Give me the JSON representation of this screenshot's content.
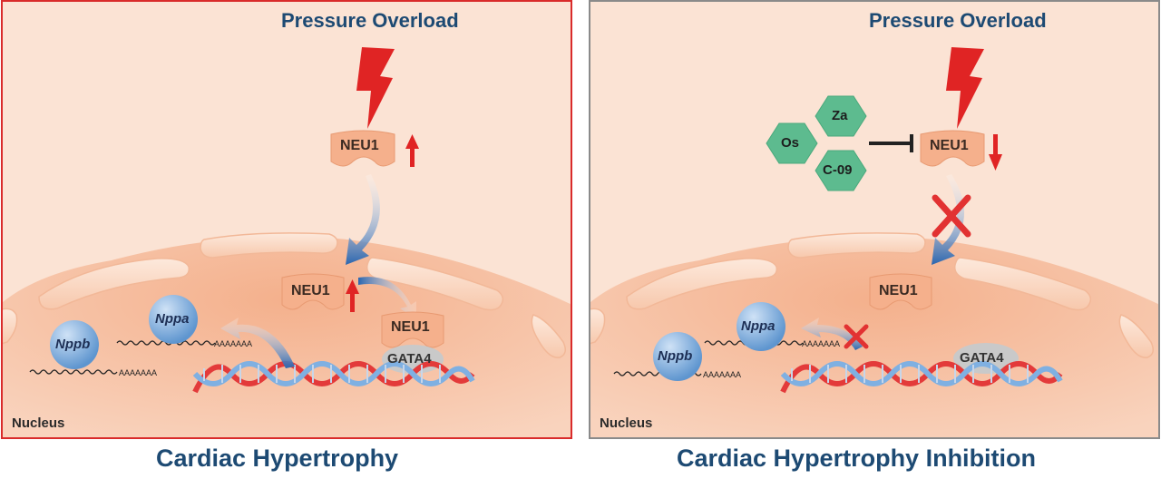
{
  "left_panel": {
    "stimulus": "Pressure Overload",
    "neu1_cytoplasm": "NEU1",
    "neu1_nuclear": "NEU1",
    "neu1_bound": "NEU1",
    "gata4": "GATA4",
    "gene_nppa": "Nppa",
    "gene_nppb": "Nppb",
    "nucleus": "Nucleus",
    "caption": "Cardiac Hypertrophy"
  },
  "right_panel": {
    "stimulus": "Pressure Overload",
    "neu1_cytoplasm": "NEU1",
    "neu1_nuclear": "NEU1",
    "gata4": "GATA4",
    "gene_nppa": "Nppa",
    "gene_nppb": "Nppb",
    "nucleus": "Nucleus",
    "inhibitors": [
      "Za",
      "Os",
      "C-09"
    ],
    "caption": "Cardiac Hypertrophy Inhibition"
  },
  "colors": {
    "title": "#1d4a73",
    "left_border": "#d92b2b",
    "right_border": "#8a8a8a",
    "neu1": "#f5b08c",
    "inhibitor": "#5dbb8f",
    "up_arrow": "#e02424",
    "flow_arrow": "#2f6fb8"
  }
}
